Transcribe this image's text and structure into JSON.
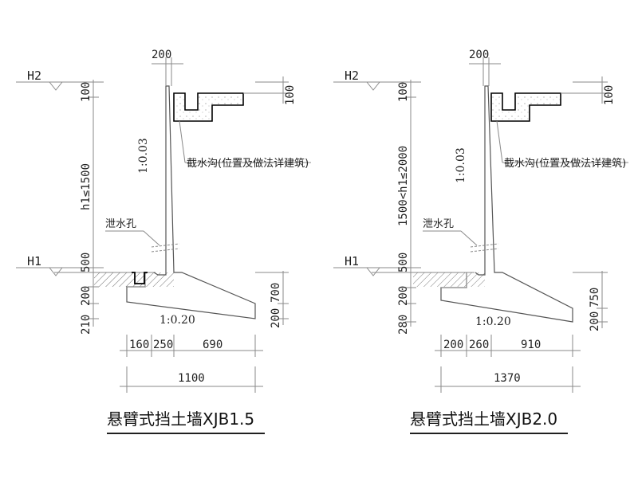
{
  "drawings": [
    {
      "title": "悬臂式挡土墙XJB1.5",
      "top_width": "200",
      "h2_label": "H2",
      "h1_label": "H1",
      "h1_range": "h1≤1500",
      "freeboard_left": "100",
      "freeboard_right": "100",
      "stem_slope": "1:0.03",
      "base_slope": "1:0.20",
      "ditch_note": "截水沟(位置及做法详建筑)",
      "weep_note": "泄水孔",
      "depth_embed": "500",
      "toe_thk": "200",
      "below_toe": "210",
      "heel_total": "700",
      "heel_end": "200",
      "b_toe": "160",
      "b_stem": "250",
      "b_heel": "690",
      "b_total": "1100"
    },
    {
      "title": "悬臂式挡土墙XJB2.0",
      "top_width": "200",
      "h2_label": "H2",
      "h1_label": "H1",
      "h1_range": "1500<h1≤2000",
      "freeboard_left": "100",
      "freeboard_right": "100",
      "stem_slope": "1:0.03",
      "base_slope": "1:0.20",
      "ditch_note": "截水沟(位置及做法详建筑)",
      "weep_note": "泄水孔",
      "depth_embed": "500",
      "toe_thk": "200",
      "below_toe": "280",
      "heel_total": "750",
      "heel_end": "200",
      "b_toe": "200",
      "b_stem": "260",
      "b_heel": "910",
      "b_total": "1370"
    }
  ],
  "colors": {
    "line": "#8a8a8a",
    "strong": "#000000",
    "text": "#222222"
  }
}
